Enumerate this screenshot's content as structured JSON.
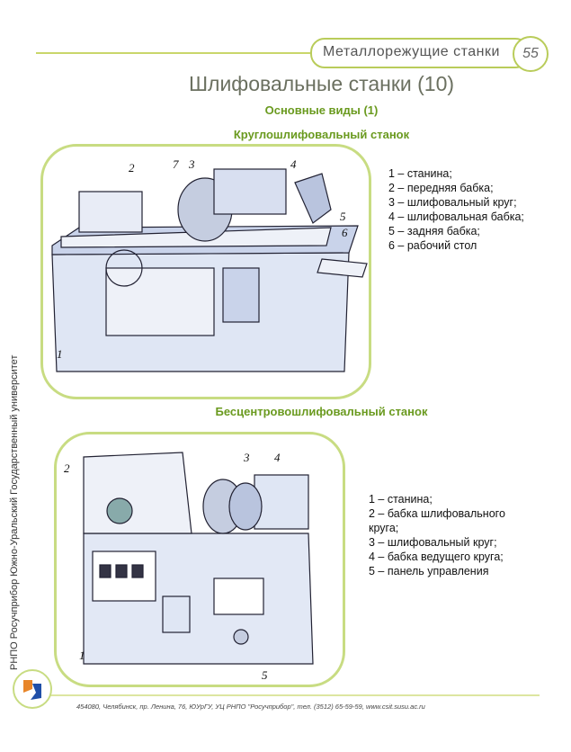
{
  "header": {
    "section": "Металлорежущие станки",
    "page_number": "55"
  },
  "title": "Шлифовальные станки (10)",
  "subtitle": "Основные виды (1)",
  "machine1": {
    "heading": "Круглошлифовальный станок",
    "callouts": [
      "1",
      "2",
      "3",
      "4",
      "5",
      "6",
      "7"
    ],
    "legend": [
      "1 – станина;",
      "2 – передняя бабка;",
      "3 – шлифовальный круг;",
      "4 – шлифовальная бабка;",
      "5 – задняя бабка;",
      "6 – рабочий стол"
    ]
  },
  "machine2": {
    "heading": "Бесцентровошлифовальный станок",
    "callouts": [
      "1",
      "2",
      "3",
      "4",
      "5"
    ],
    "legend": [
      "1 – станина;",
      "2 – бабка шлифовального",
      "круга;",
      "3 – шлифовальный круг;",
      "4 – бабка ведущего круга;",
      "5 – панель управления"
    ]
  },
  "sidebar_text": "РНПО Росучприбор     Южно-Уральский Государственный университет",
  "footer": "454080, Челябинск, пр. Ленина, 76, ЮУрГУ, УЦ РНПО \"Росучприбор\", тел. (3512) 65-59-59, www.csit.susu.ac.ru"
}
